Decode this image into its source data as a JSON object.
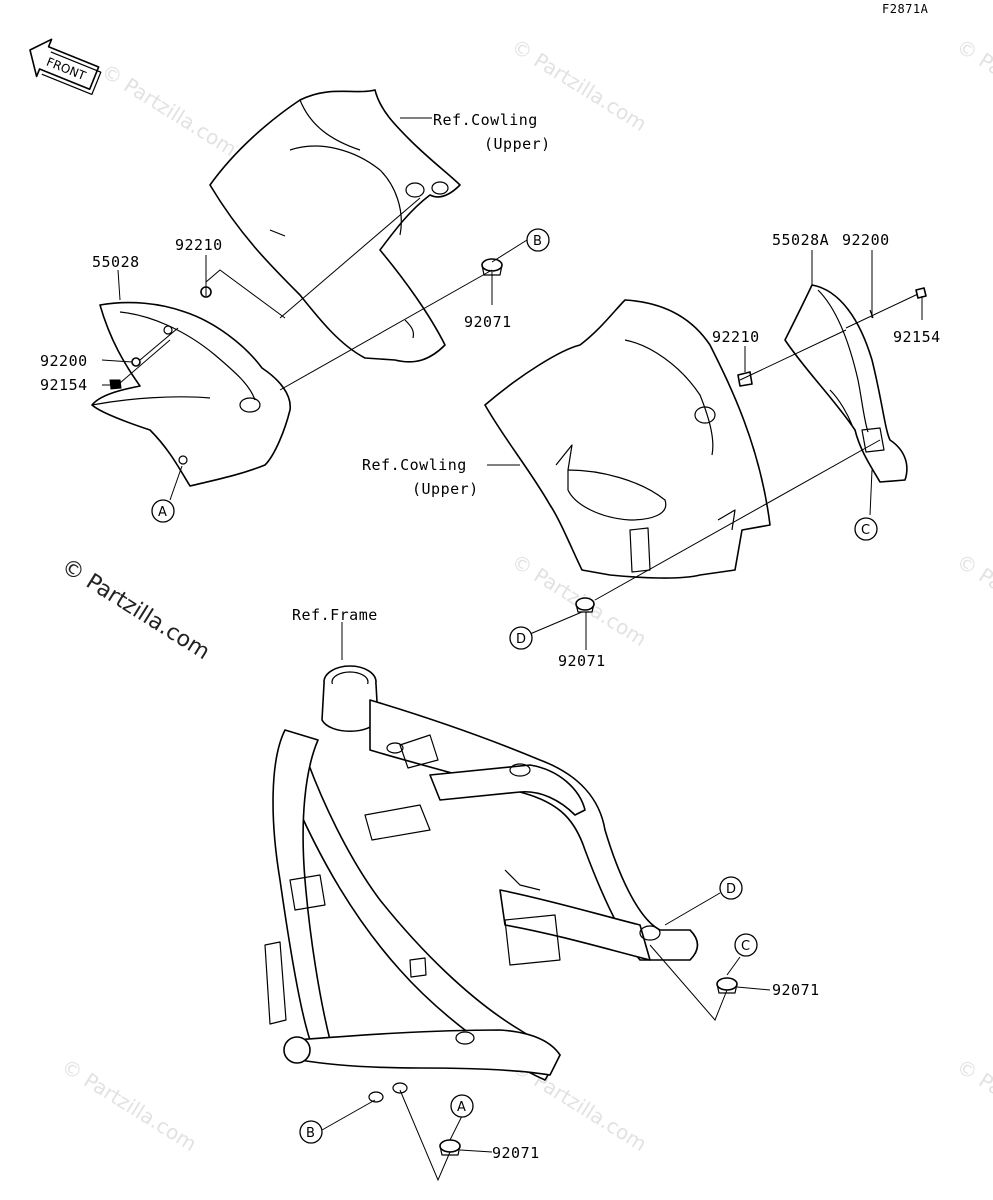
{
  "figure_code": "F2871A",
  "front_label": "FRONT",
  "watermark_small": "© Partzilla.com",
  "watermark_large": "© Partzilla.com",
  "labels": {
    "ref_cowling_upper_left_1": "Ref.Cowling",
    "ref_cowling_upper_left_2": "(Upper)",
    "ref_cowling_upper_right_1": "Ref.Cowling",
    "ref_cowling_upper_right_2": "(Upper)",
    "ref_frame": "Ref.Frame",
    "p55028": "55028",
    "p92210_left": "92210",
    "p92200_left": "92200",
    "p92154_left": "92154",
    "p92071_b": "92071",
    "p55028a": "55028A",
    "p92200_right": "92200",
    "p92210_right": "92210",
    "p92154_right": "92154",
    "p92071_d": "92071",
    "p92071_c": "92071",
    "p92071_a": "92071"
  },
  "callouts": {
    "a_top": "A",
    "b_top": "B",
    "c_top": "C",
    "d_top": "D",
    "d_frame": "D",
    "c_frame": "C",
    "b_frame": "B",
    "a_frame": "A"
  }
}
